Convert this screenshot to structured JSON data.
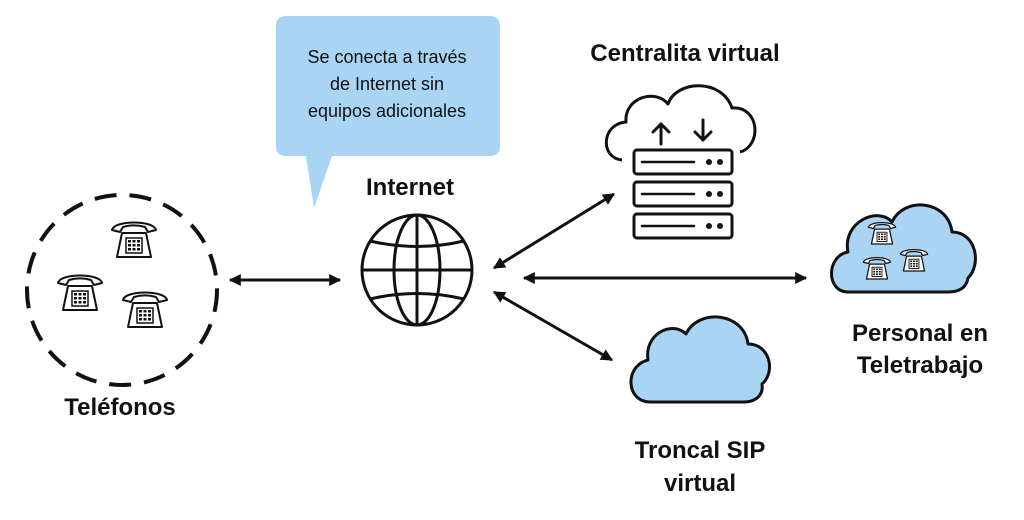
{
  "bubble": {
    "lines": [
      "Se conecta a través",
      "de Internet sin",
      "equipos adicionales"
    ],
    "color": "#a9d4f3"
  },
  "nodes": {
    "telefonos": {
      "label": "Teléfonos"
    },
    "internet": {
      "label": "Internet"
    },
    "centralita": {
      "label": "Centralita virtual"
    },
    "personal": {
      "lines": [
        "Personal en",
        "Teletrabajo"
      ]
    },
    "troncal": {
      "lines": [
        "Troncal SIP",
        "virtual"
      ]
    }
  },
  "colors": {
    "cloud_fill": "#a9d4f3",
    "stroke": "#111111"
  },
  "icons": [
    "phone-icon",
    "globe-icon",
    "server-cloud-icon",
    "cloud-icon"
  ]
}
